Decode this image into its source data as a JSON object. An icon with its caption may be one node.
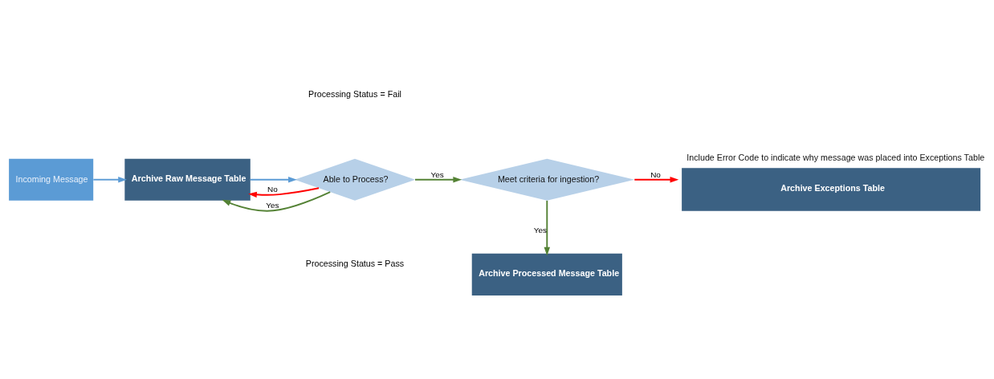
{
  "diagram": {
    "nodes": [
      {
        "text": [
          "Incoming Message"
        ]
      },
      {
        "text": [
          "Archive Raw Message Table"
        ]
      },
      {
        "text": [
          "Able to Process?"
        ]
      },
      {
        "text": [
          "Meet criteria for ingestion?"
        ]
      },
      {
        "text": [
          "Archive Exceptions Table"
        ],
        "beside": [
          "Include Error Code to indicate why message was placed into Exceptions Table"
        ]
      },
      {
        "text": [
          "Archive Processed Message Table"
        ]
      }
    ],
    "edges": [
      {
        "from": 0,
        "to": 1,
        "arrow": "to",
        "color": "#5b9bd5"
      },
      {
        "from": 1,
        "to": 2,
        "arrow": "to",
        "color": "#5b9bd5"
      },
      {
        "from": 2,
        "to": 1,
        "arrow": "to",
        "label": "No",
        "color": "#ff0000"
      },
      {
        "from": 2,
        "to": 1,
        "arrow": "to",
        "label": "Yes"
      },
      {
        "from": 2,
        "to": 3,
        "arrow": "to",
        "label": "Yes"
      },
      {
        "from": 3,
        "to": 4,
        "arrow": "to",
        "label": "No",
        "color": "#ff0000"
      },
      {
        "from": 3,
        "to": 5,
        "arrow": "to",
        "label": "Yes"
      }
    ],
    "labels": [
      "Processing Status = Fail",
      "Processing Status = Pass"
    ]
  }
}
